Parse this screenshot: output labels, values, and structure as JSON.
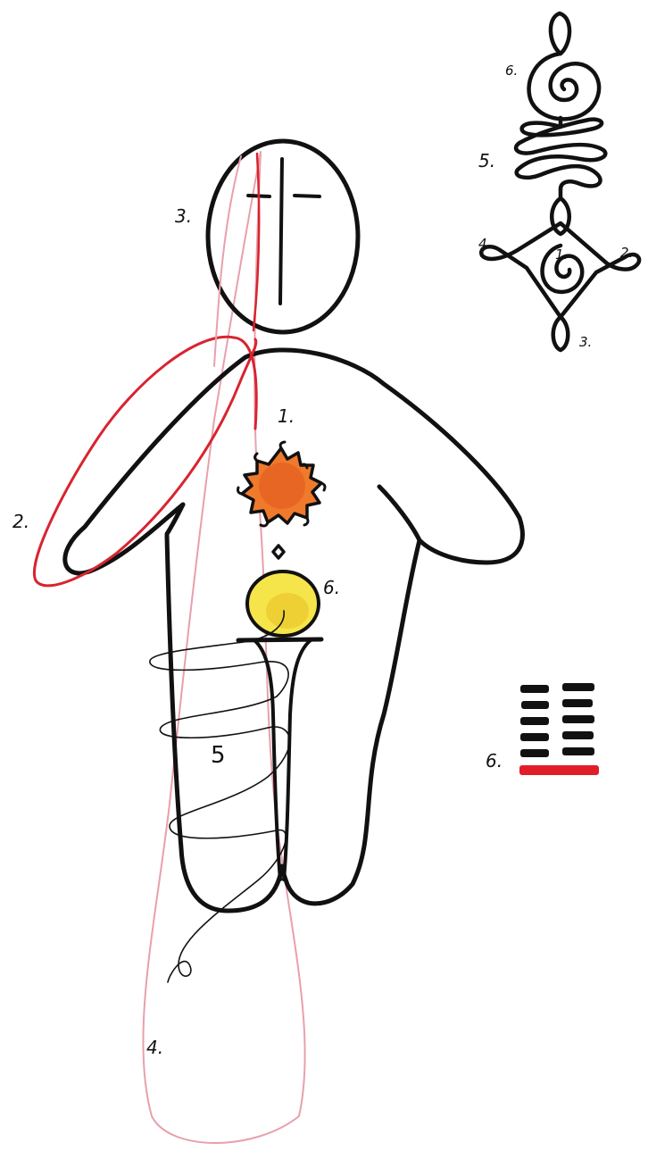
{
  "colors": {
    "ink": "#111111",
    "red": "#d8242f",
    "pink": "#e8a0ac",
    "sun_fill": "#ef7a2c",
    "sun_core": "#e2561d",
    "yellow_fill": "#f6e54a",
    "yellow_core": "#e9c227"
  },
  "figure": {
    "labels": {
      "heart": "1.",
      "arm": "2.",
      "head": "3.",
      "base": "4.",
      "spiral": "5",
      "yellow": "6."
    }
  },
  "sigil": {
    "labels": {
      "top": "6.",
      "loops": "5.",
      "left": "4.",
      "center": "1.",
      "right": "2.",
      "bottom": "3."
    }
  },
  "hexagram": {
    "label": "6.",
    "lines": [
      "broken",
      "broken",
      "broken",
      "broken",
      "broken",
      "solid"
    ],
    "solid_line_color": "red"
  }
}
